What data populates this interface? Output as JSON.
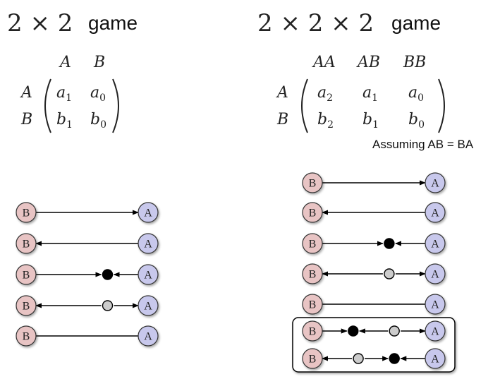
{
  "left": {
    "title_math": "2 × 2",
    "title_word": "game",
    "col_headers": [
      "A",
      "B"
    ],
    "row_headers": [
      "A",
      "B"
    ],
    "matrix": [
      {
        "base": "a",
        "sub": "1"
      },
      {
        "base": "a",
        "sub": "0"
      },
      {
        "base": "b",
        "sub": "1"
      },
      {
        "base": "b",
        "sub": "0"
      }
    ]
  },
  "right": {
    "title_math": "2 × 2 × 2",
    "title_word": "game",
    "col_headers": [
      "AA",
      "AB",
      "BB"
    ],
    "row_headers": [
      "A",
      "B"
    ],
    "matrix": [
      {
        "base": "a",
        "sub": "2"
      },
      {
        "base": "a",
        "sub": "1"
      },
      {
        "base": "a",
        "sub": "0"
      },
      {
        "base": "b",
        "sub": "2"
      },
      {
        "base": "b",
        "sub": "1"
      },
      {
        "base": "b",
        "sub": "0"
      }
    ],
    "note": "Assuming AB = BA"
  },
  "node_labels": {
    "left_end": "B",
    "right_end": "A"
  },
  "colors": {
    "b_node": "#e8c4c4",
    "a_node": "#c8c8ec",
    "stable_point": "#000000",
    "unstable_point": "#cccccc",
    "line": "#000000"
  },
  "diagrams": {
    "left_rows": [
      {
        "kind": "to-A"
      },
      {
        "kind": "to-B"
      },
      {
        "kind": "stable-interior",
        "stable": 0.7
      },
      {
        "kind": "unstable-interior",
        "unstable": 0.7
      },
      {
        "kind": "neutral"
      }
    ],
    "right_rows": [
      {
        "kind": "to-A"
      },
      {
        "kind": "to-B"
      },
      {
        "kind": "stable-interior",
        "stable": 0.65
      },
      {
        "kind": "unstable-interior",
        "unstable": 0.65
      },
      {
        "kind": "neutral"
      }
    ],
    "right_boxed_rows": [
      {
        "kind": "stable-then-unstable",
        "stable": 0.3,
        "unstable": 0.7
      },
      {
        "kind": "unstable-then-stable",
        "unstable": 0.35,
        "stable": 0.7
      }
    ]
  }
}
